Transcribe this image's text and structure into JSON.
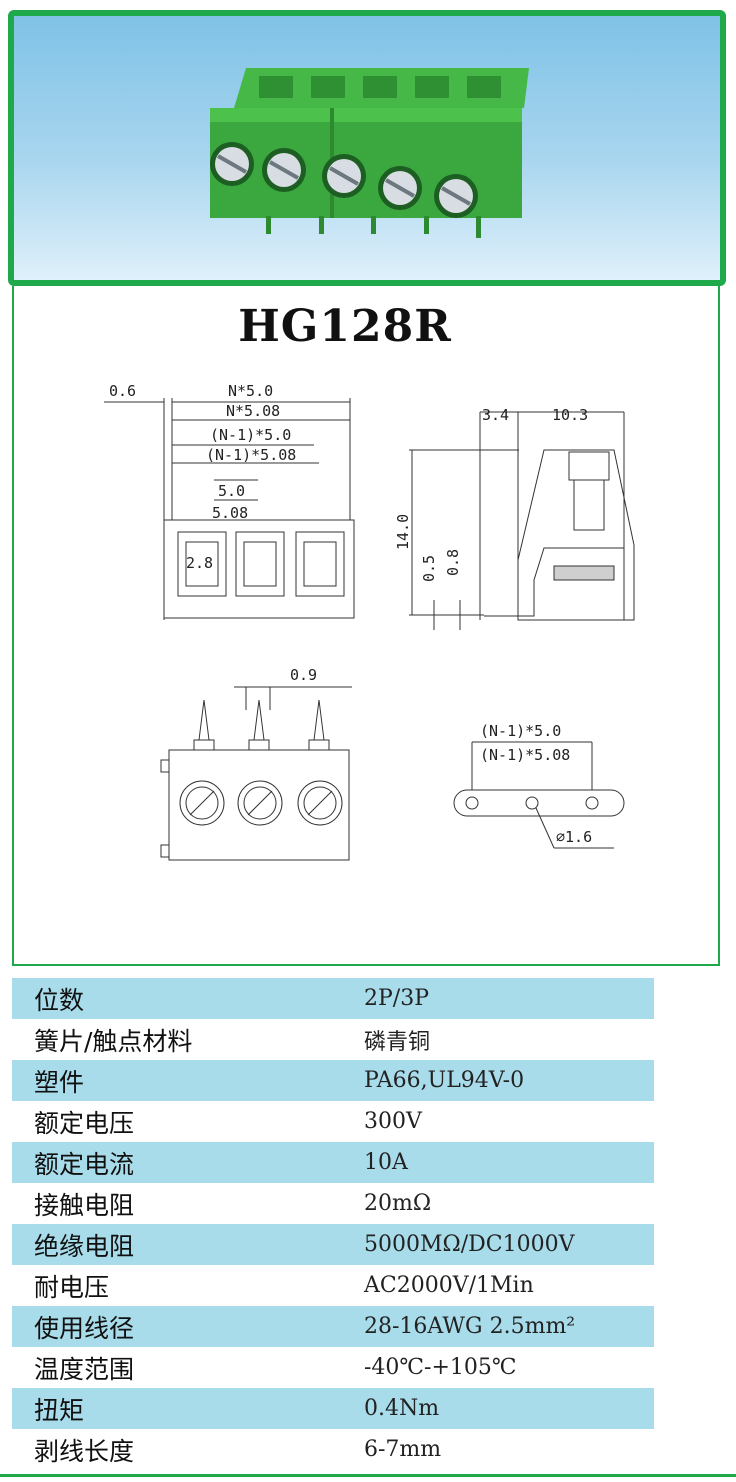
{
  "product": {
    "model": "HG128R"
  },
  "dimensions": {
    "top_view": [
      "0.6",
      "N*5.0",
      "N*5.08",
      "(N-1)*5.0",
      "(N-1)*5.08",
      "5.0",
      "5.08",
      "2.8"
    ],
    "side_view": [
      "3.4",
      "10.3",
      "14.0",
      "0.5",
      "0.8"
    ],
    "front_view": [
      "0.9"
    ],
    "pcb_view": [
      "(N-1)*5.0",
      "(N-1)*5.08",
      "∅1.6"
    ]
  },
  "specs": [
    {
      "label": "位数",
      "value": "2P/3P"
    },
    {
      "label": "簧片/触点材料",
      "value": "磷青铜"
    },
    {
      "label": "塑件",
      "value": "PA66,UL94V-0"
    },
    {
      "label": "额定电压",
      "value": "300V"
    },
    {
      "label": "额定电流",
      "value": "10A"
    },
    {
      "label": "接触电阻",
      "value": "20mΩ"
    },
    {
      "label": "绝缘电阻",
      "value": "5000MΩ/DC1000V"
    },
    {
      "label": "耐电压",
      "value": "AC2000V/1Min"
    },
    {
      "label": "使用线径",
      "value": "28-16AWG  2.5mm²"
    },
    {
      "label": "温度范围",
      "value": "-40℃-+105℃"
    },
    {
      "label": "扭矩",
      "value": "0.4Nm"
    },
    {
      "label": "剥线长度",
      "value": "6-7mm"
    }
  ],
  "colors": {
    "frame_green": "#1fa94a",
    "row_blue": "#a8dcea",
    "product_green": "#3aa83e"
  }
}
